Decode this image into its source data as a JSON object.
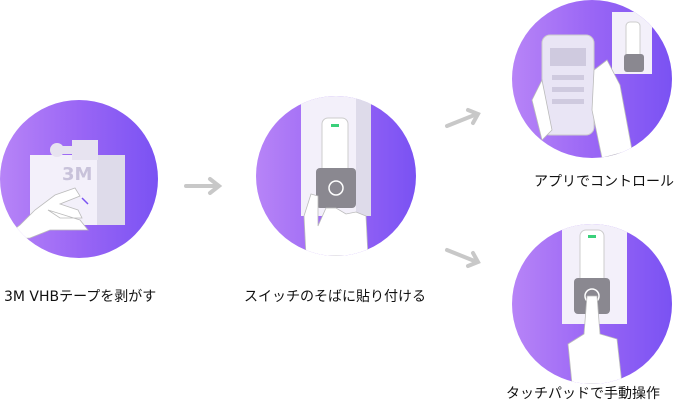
{
  "steps": [
    {
      "label": "3M VHBテープを剥がす",
      "tape_text": "3M"
    },
    {
      "label": "スイッチのそばに貼り付ける"
    },
    {
      "label": "アプリでコントロール"
    },
    {
      "label": "タッチパッドで手動操作"
    }
  ],
  "colors": {
    "gradient_start": "#b784f7",
    "gradient_end": "#7a52f3",
    "arrow": "#c8c8c8",
    "indicator": "#3ad07a"
  }
}
